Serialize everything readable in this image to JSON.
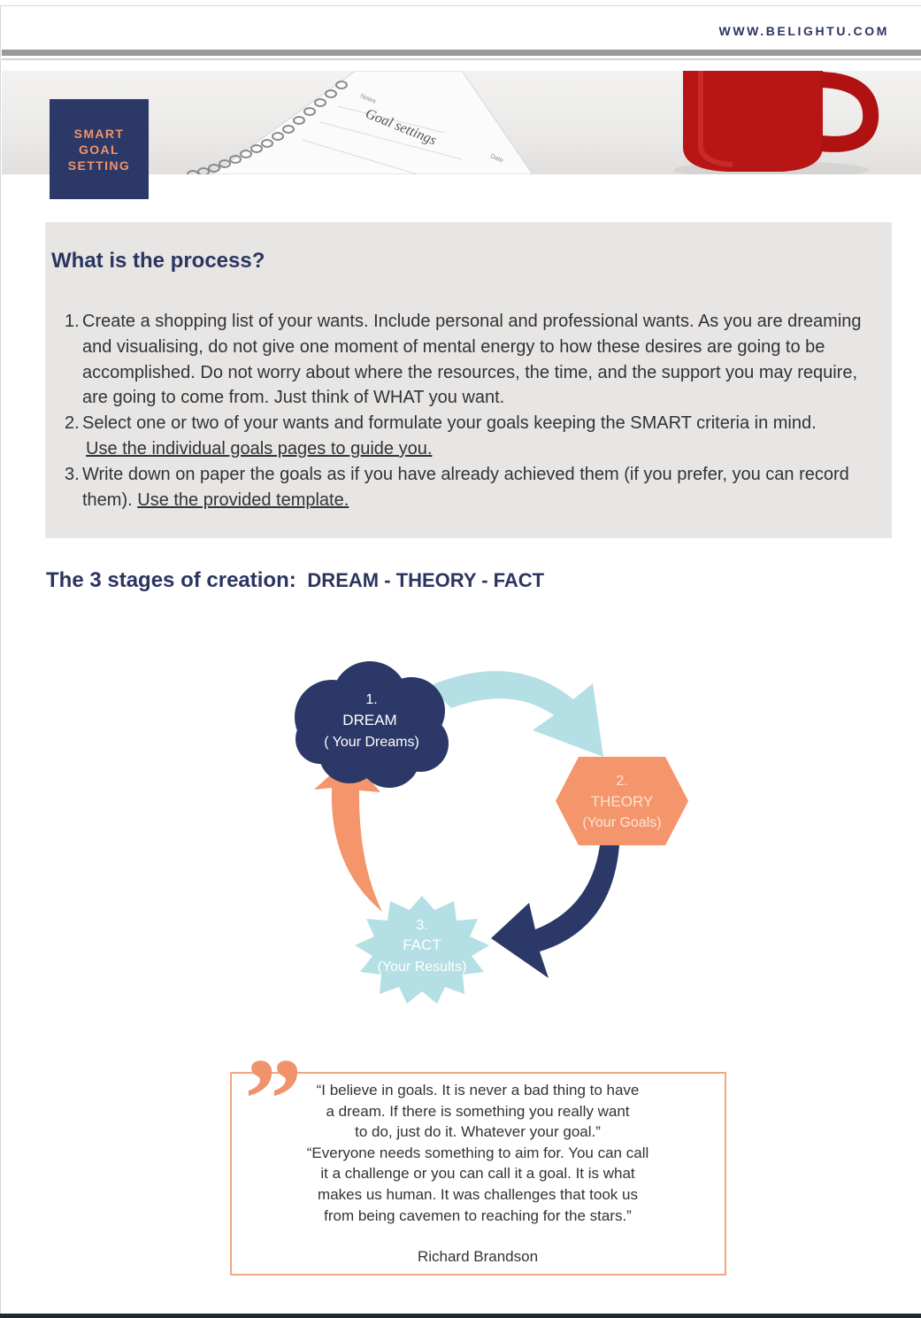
{
  "header": {
    "site_url": "WWW.BELIGHTU.COM"
  },
  "banner": {
    "badge_lines": [
      "SMART",
      "GOAL",
      "SETTING"
    ],
    "notepad_title": "Goal settings",
    "notepad_label": "Notes",
    "notepad_date_label": "Date"
  },
  "process": {
    "title": "What is the process?",
    "items": [
      {
        "num": "1.",
        "text": "Create a shopping list of your wants. Include personal and professional wants. As you are dreaming and visualising, do not give one moment of mental energy to how these desires are going to be accomplished. Do not worry about where the resources, the time, and the support you may require, are going to come from. Just think of WHAT you want."
      },
      {
        "num": "2.",
        "text": "Select one or two of your wants and formulate your goals keeping the SMART criteria in mind.",
        "link": "Use the individual goals pages to guide you."
      },
      {
        "num": "3.",
        "text": "Write down on paper the goals as if you have already achieved them (if you prefer, you can record them).",
        "link": "Use the provided template."
      }
    ]
  },
  "stages": {
    "heading": "The 3 stages of creation:",
    "subheading": "DREAM - THEORY - FACT",
    "dream": {
      "num": "1.",
      "name": "DREAM",
      "desc": "( Your Dreams)"
    },
    "theory": {
      "num": "2.",
      "name": "THEORY",
      "desc": "(Your Goals)"
    },
    "fact": {
      "num": "3.",
      "name": "FACT",
      "desc": "(Your Results)"
    },
    "colors": {
      "dream": "#2c3867",
      "theory": "#f4956b",
      "fact": "#b4dfe5"
    }
  },
  "quote": {
    "lines": [
      "“I believe in goals. It is never a bad thing to have",
      "a dream. If there is something you really want",
      "to do, just do it. Whatever your goal.”",
      "“Everyone needs something to aim for. You can call",
      "it a challenge or you can call it a goal. It is what",
      "makes us human. It was challenges that took us",
      "from being cavemen to reaching for the stars.”"
    ],
    "author": "Richard Brandson",
    "mark": "”"
  }
}
